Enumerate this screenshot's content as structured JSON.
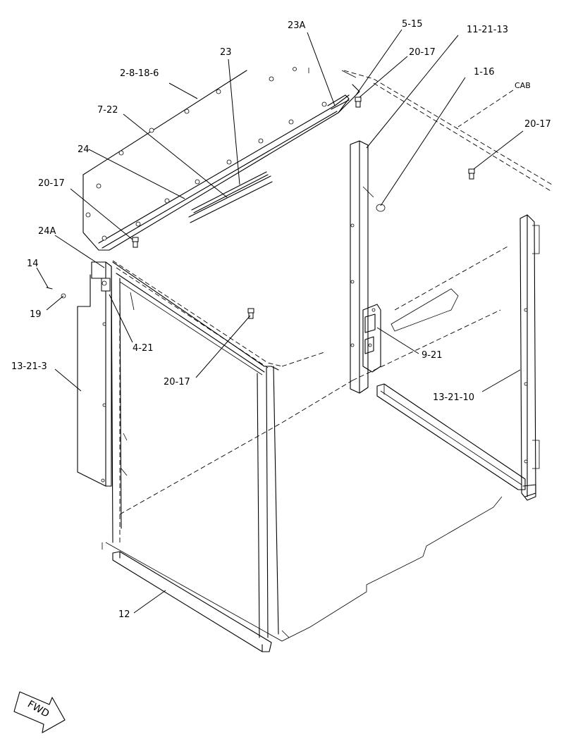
{
  "callouts": {
    "c_2_8_18_6": "2-8-18-6",
    "c_23": "23",
    "c_23a": "23A",
    "c_5_15": "5-15",
    "c_20_17_top": "20-17",
    "c_11_21_13": "11-21-13",
    "c_1_16": "1-16",
    "c_cab": "CAB",
    "c_20_17_right": "20-17",
    "c_7_22": "7-22",
    "c_24": "24",
    "c_20_17_left": "20-17",
    "c_24a": "24A",
    "c_14": "14",
    "c_19": "19",
    "c_4_21": "4-21",
    "c_13_21_3": "13-21-3",
    "c_20_17_mid": "20-17",
    "c_9_21": "9-21",
    "c_13_21_10": "13-21-10",
    "c_12": "12"
  },
  "fwd_arrow": {
    "text": "FWD",
    "icon": "fwd-arrow-icon"
  }
}
